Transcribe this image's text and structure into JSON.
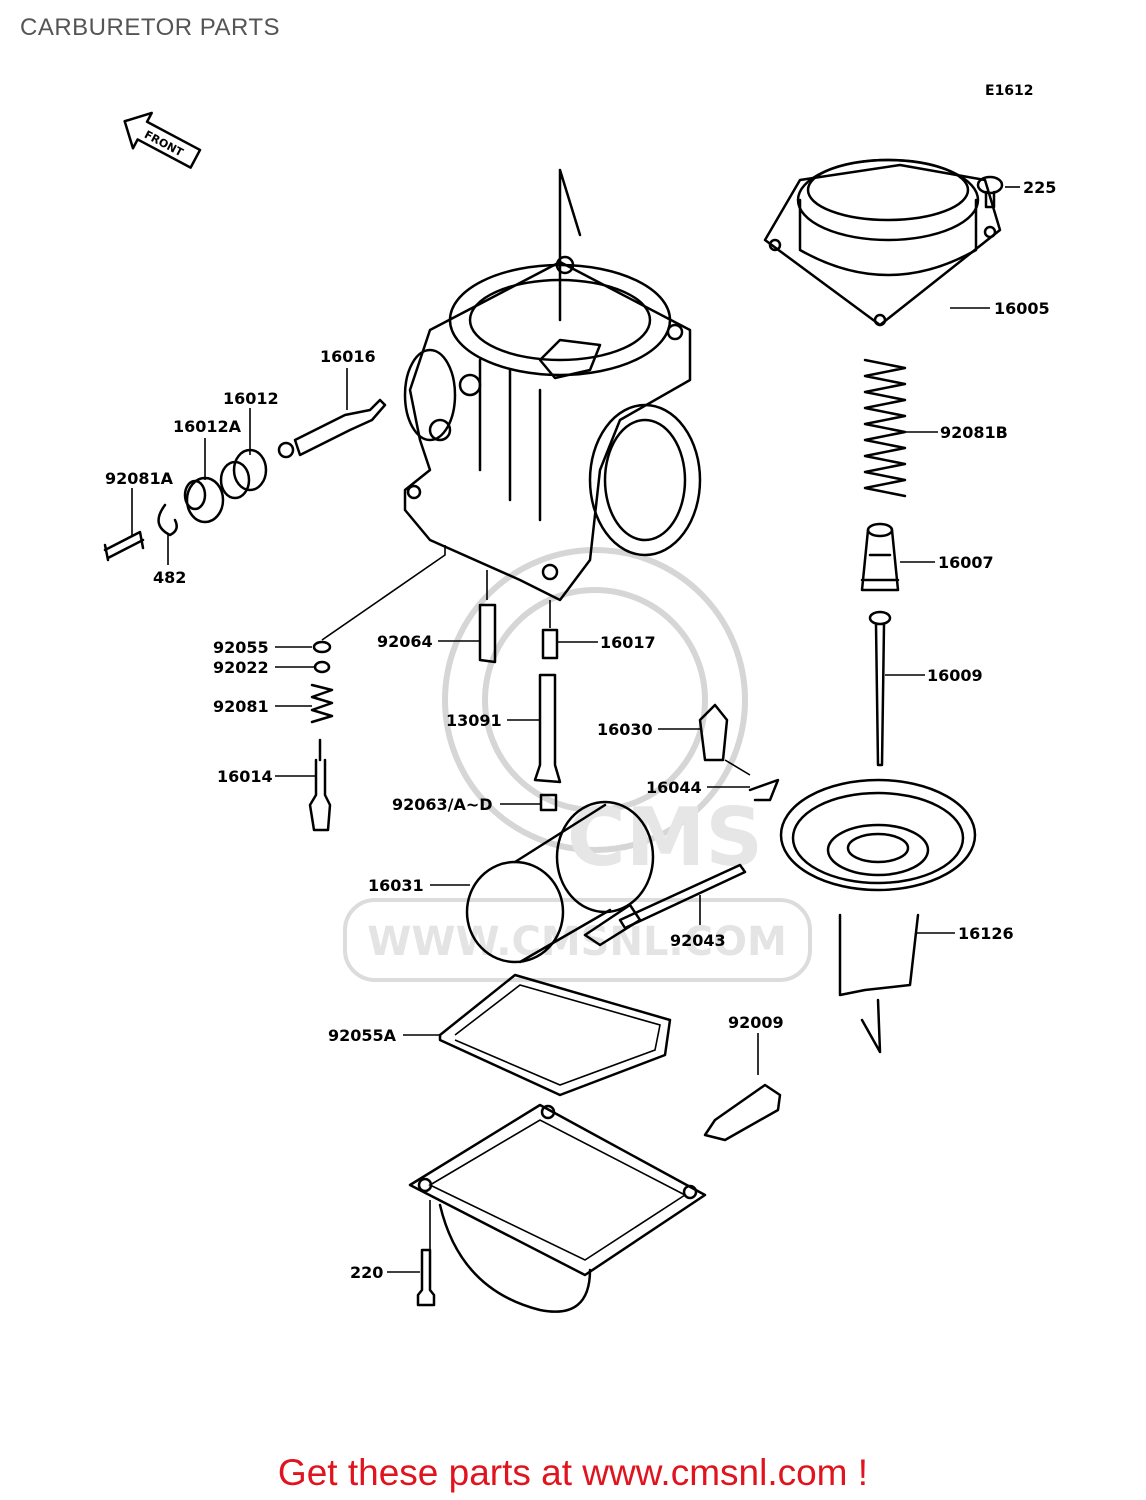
{
  "page": {
    "title": "CARBURETOR PARTS",
    "reference": "E1612"
  },
  "front_arrow_label": "FRONT",
  "watermark": {
    "text": "WWW.CMSNL.COM",
    "logo": "CMS"
  },
  "parts": [
    {
      "id": "225",
      "label": "225"
    },
    {
      "id": "16005",
      "label": "16005"
    },
    {
      "id": "92081B",
      "label": "92081B"
    },
    {
      "id": "16007",
      "label": "16007"
    },
    {
      "id": "16009",
      "label": "16009"
    },
    {
      "id": "16126",
      "label": "16126"
    },
    {
      "id": "16016",
      "label": "16016"
    },
    {
      "id": "16012",
      "label": "16012"
    },
    {
      "id": "16012A",
      "label": "16012A"
    },
    {
      "id": "92081A",
      "label": "92081A"
    },
    {
      "id": "482",
      "label": "482"
    },
    {
      "id": "92055",
      "label": "92055"
    },
    {
      "id": "92022",
      "label": "92022"
    },
    {
      "id": "92081",
      "label": "92081"
    },
    {
      "id": "16014",
      "label": "16014"
    },
    {
      "id": "92064",
      "label": "92064"
    },
    {
      "id": "16017",
      "label": "16017"
    },
    {
      "id": "13091",
      "label": "13091"
    },
    {
      "id": "16030",
      "label": "16030"
    },
    {
      "id": "16044",
      "label": "16044"
    },
    {
      "id": "92063",
      "label": "92063/A~D"
    },
    {
      "id": "16031",
      "label": "16031"
    },
    {
      "id": "92043",
      "label": "92043"
    },
    {
      "id": "92055A",
      "label": "92055A"
    },
    {
      "id": "92009",
      "label": "92009"
    },
    {
      "id": "220",
      "label": "220"
    }
  ],
  "footer": {
    "cta": "Get these parts at www.cmsnl.com !",
    "color": "#e0141e"
  }
}
